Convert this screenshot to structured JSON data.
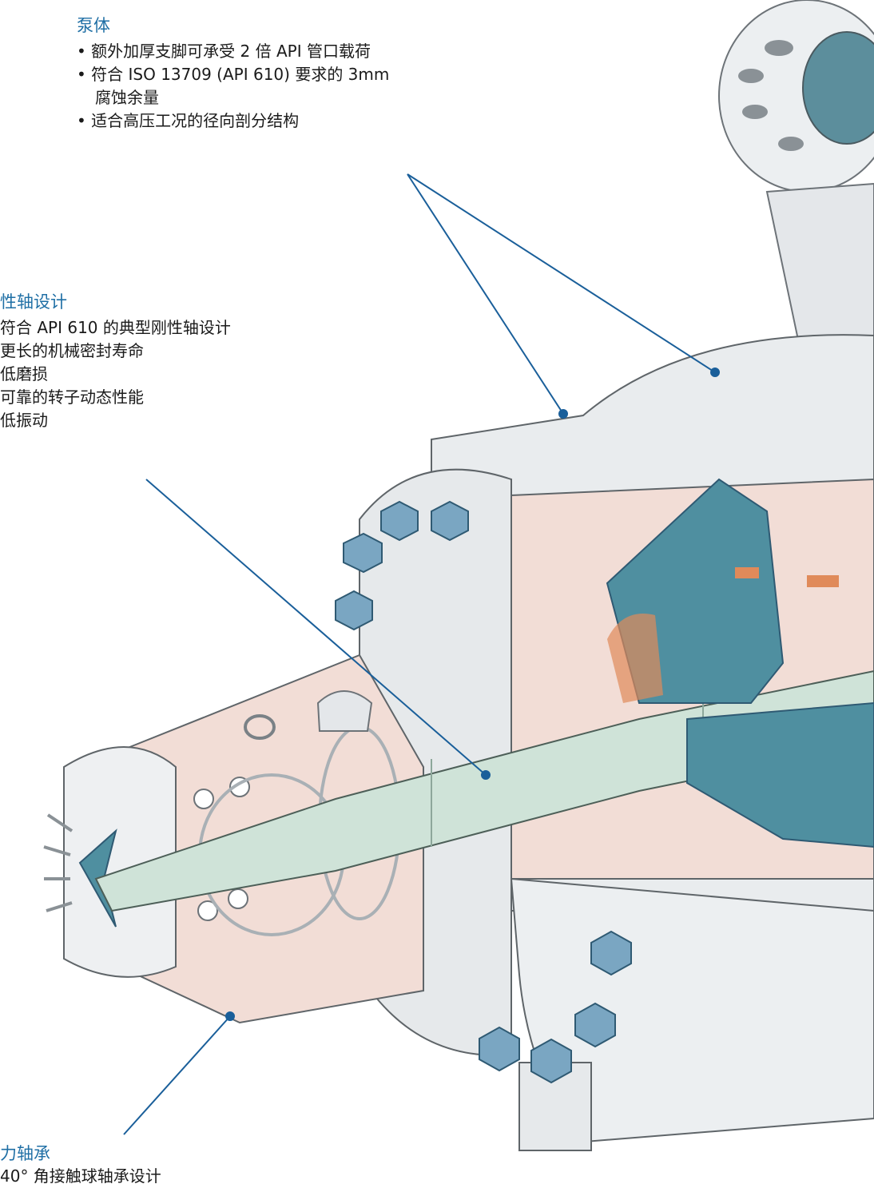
{
  "pump_casing": {
    "title": "泵体",
    "bullets": [
      "额外加厚支脚可承受 2 倍 API 管口载荷",
      "符合 ISO 13709 (API 610) 要求的 3mm",
      "腐蚀余量",
      "适合高压工况的径向剖分结构"
    ]
  },
  "shaft_design": {
    "title": "性轴设计",
    "bullets": [
      "符合 API 610 的典型刚性轴设计",
      "更长的机械密封寿命",
      "低磨损",
      "可靠的转子动态性能",
      "低振动"
    ]
  },
  "thrust_bearing": {
    "title": "力轴承",
    "bullets": [
      "40° 角接触球轴承设计"
    ]
  },
  "colors": {
    "accent": "#1f6fa5",
    "leader": "#1a5f9a",
    "section": "#f2ddd6",
    "shaft": "#cfe3d8",
    "impeller": "#4f8fa0",
    "metal": "#e9ecee"
  }
}
